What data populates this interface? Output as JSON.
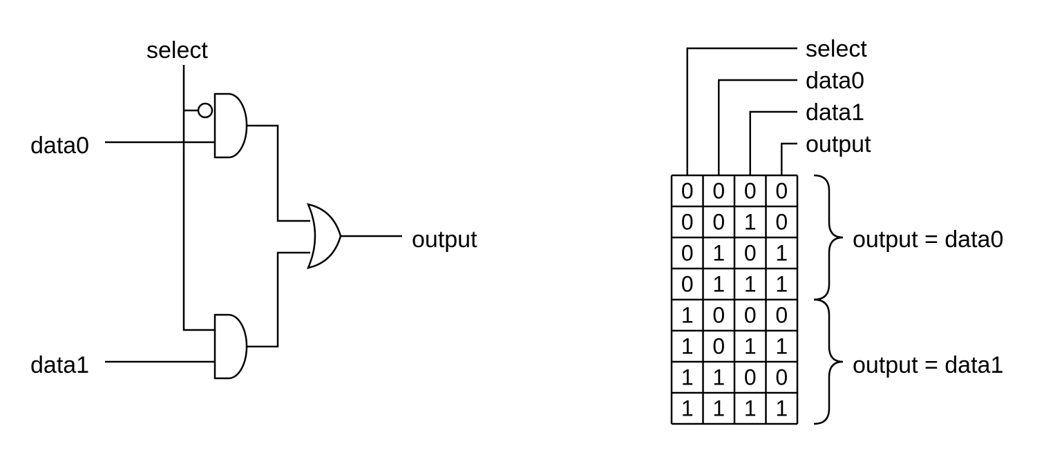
{
  "circuit": {
    "select_label": "select",
    "data0_label": "data0",
    "data1_label": "data1",
    "output_label": "output"
  },
  "table": {
    "headers": [
      "select",
      "data0",
      "data1",
      "output"
    ],
    "rows": [
      [
        "0",
        "0",
        "0",
        "0"
      ],
      [
        "0",
        "0",
        "1",
        "0"
      ],
      [
        "0",
        "1",
        "0",
        "1"
      ],
      [
        "0",
        "1",
        "1",
        "1"
      ],
      [
        "1",
        "0",
        "0",
        "0"
      ],
      [
        "1",
        "0",
        "1",
        "1"
      ],
      [
        "1",
        "1",
        "0",
        "0"
      ],
      [
        "1",
        "1",
        "1",
        "1"
      ]
    ],
    "brace_top_label": "output = data0",
    "brace_bottom_label": "output = data1"
  }
}
